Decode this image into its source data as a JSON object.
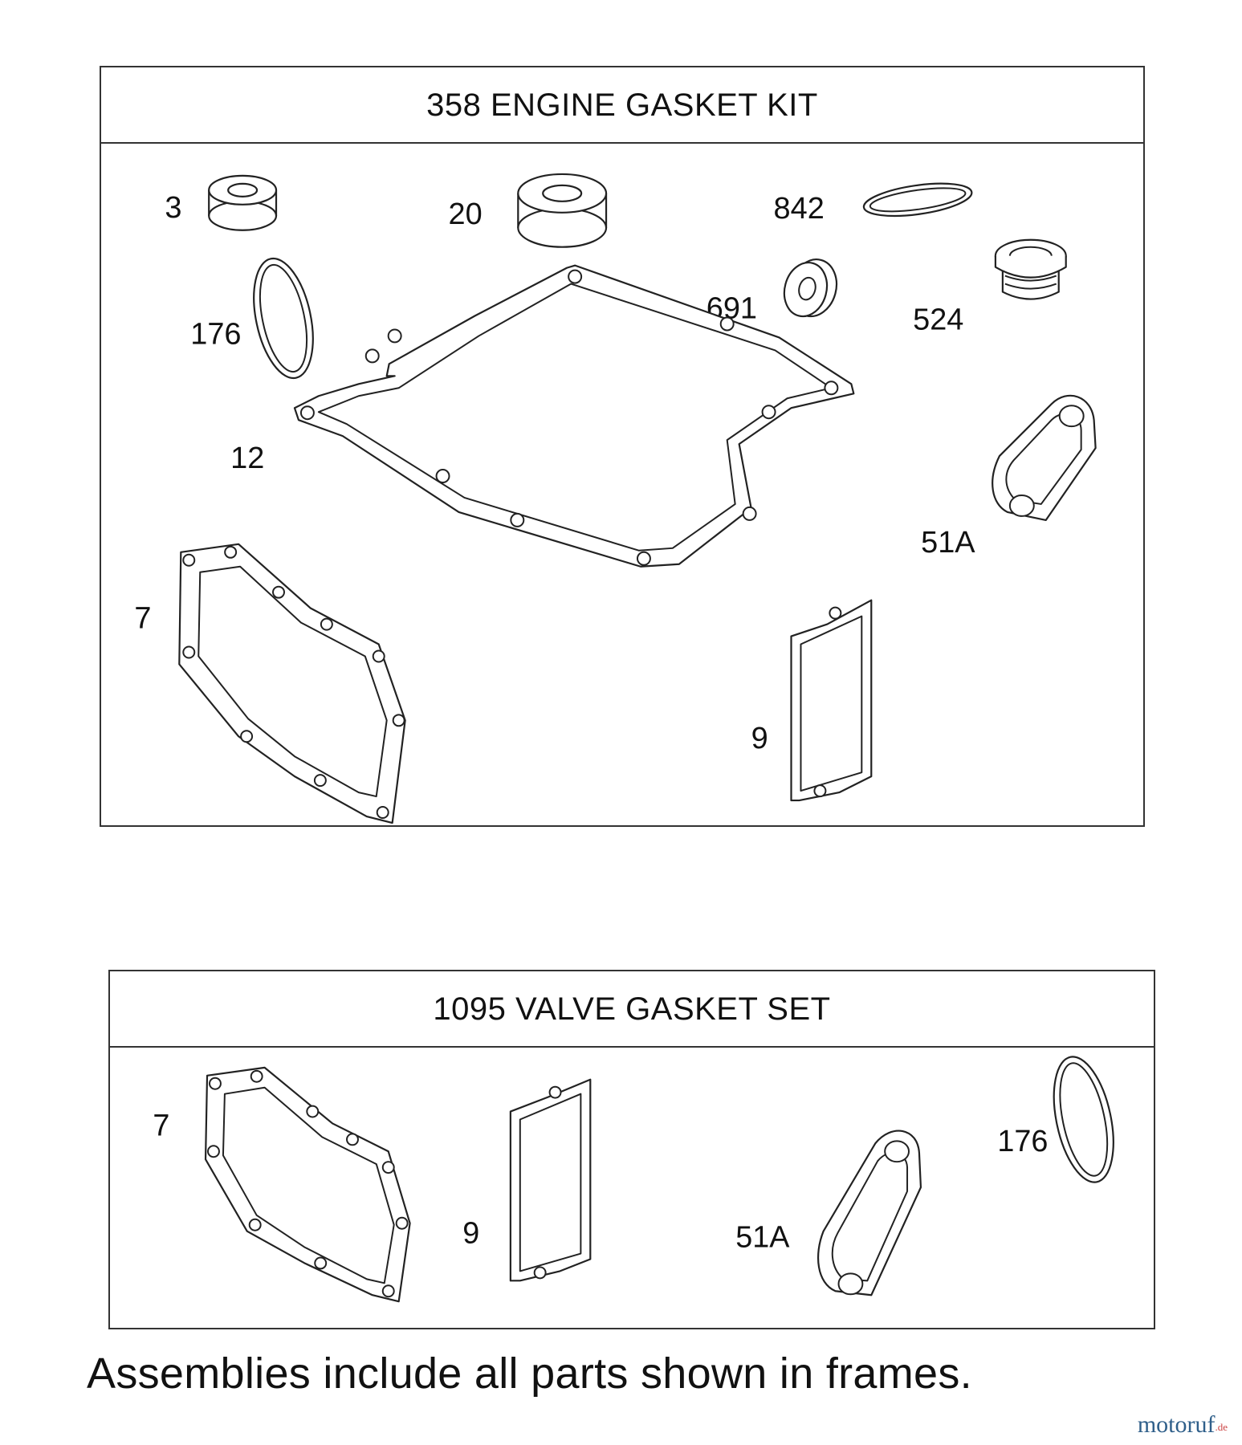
{
  "kits": [
    {
      "title": "358 ENGINE GASKET KIT",
      "callouts": {
        "c3": "3",
        "c20": "20",
        "c842": "842",
        "c176": "176",
        "c691": "691",
        "c524": "524",
        "c12": "12",
        "c7": "7",
        "c51a": "51A",
        "c9": "9"
      }
    },
    {
      "title": "1095 VALVE GASKET SET",
      "callouts": {
        "c7": "7",
        "c9": "9",
        "c51a": "51A",
        "c176": "176"
      }
    }
  ],
  "footnote": "Assemblies include all parts shown in frames.",
  "watermark": {
    "text": "motoruf",
    "suffix": ".de",
    "color": "#2f5f8a"
  }
}
